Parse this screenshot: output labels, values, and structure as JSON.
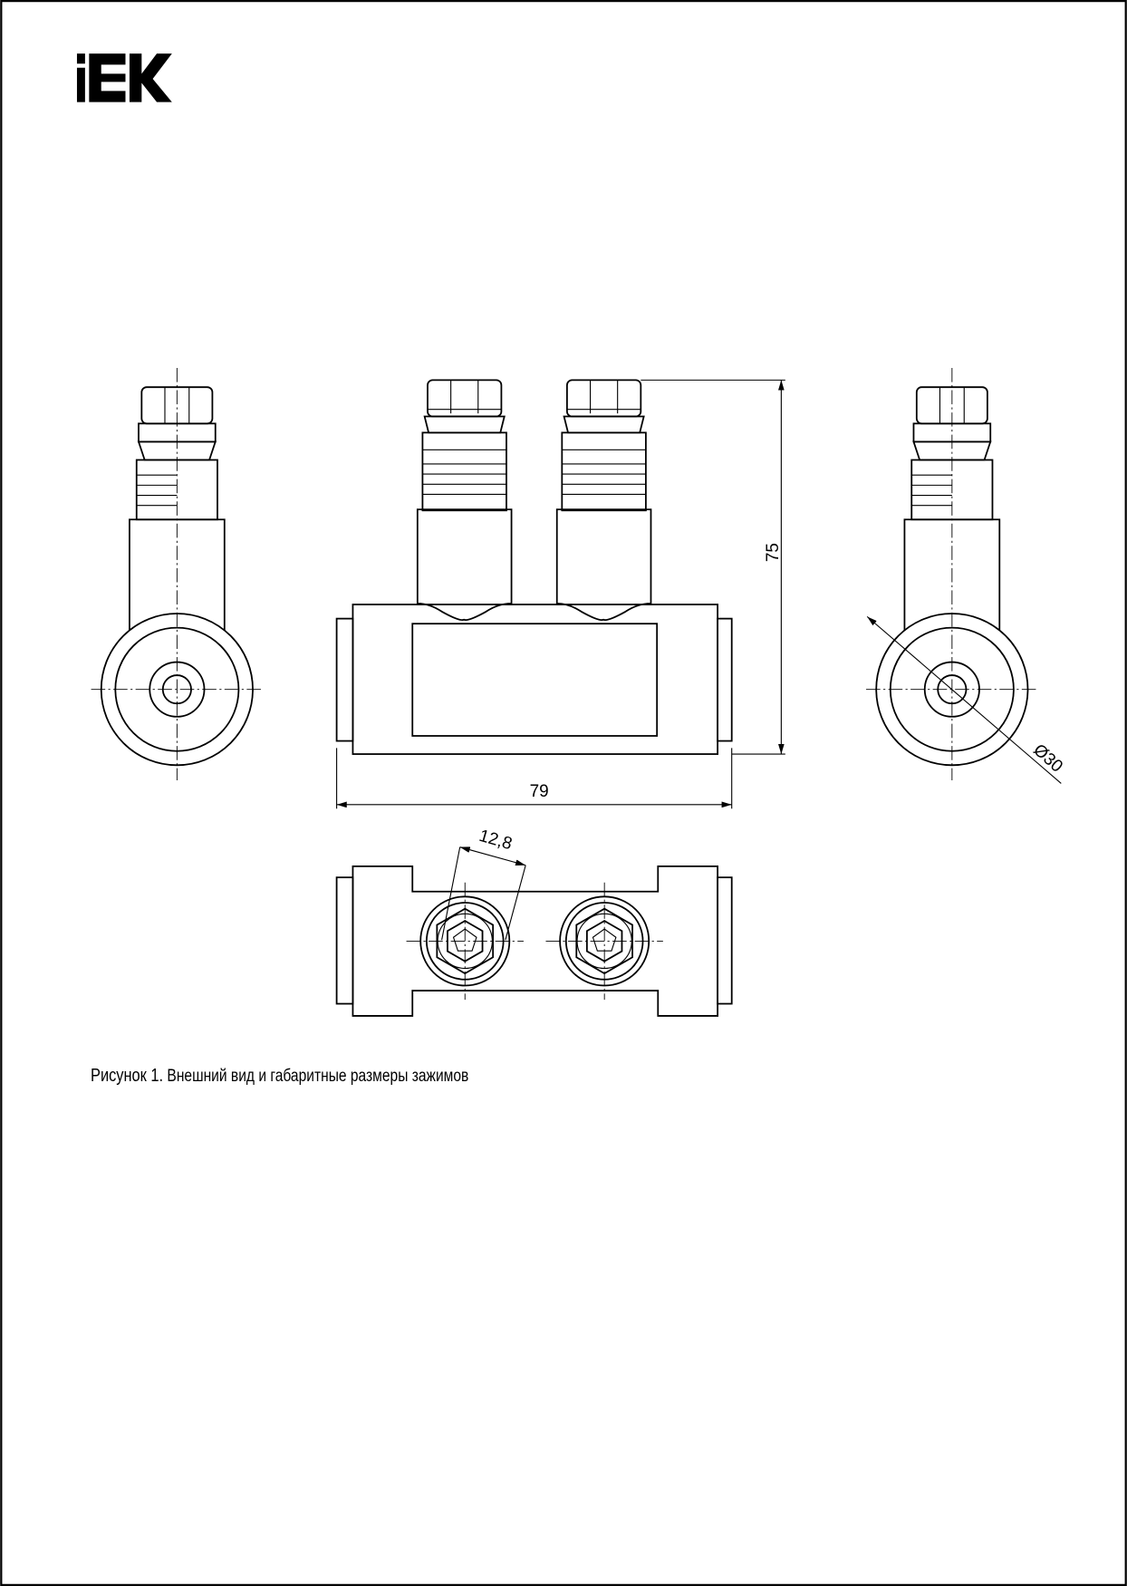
{
  "logo": {
    "text": "IEK"
  },
  "caption": {
    "figure": "Рисунок 1.",
    "text": "Внешний вид и габаритные размеры зажимов"
  },
  "dimensions": {
    "height": "75",
    "width": "79",
    "pitch": "12,8",
    "diameter": "Ø30"
  }
}
